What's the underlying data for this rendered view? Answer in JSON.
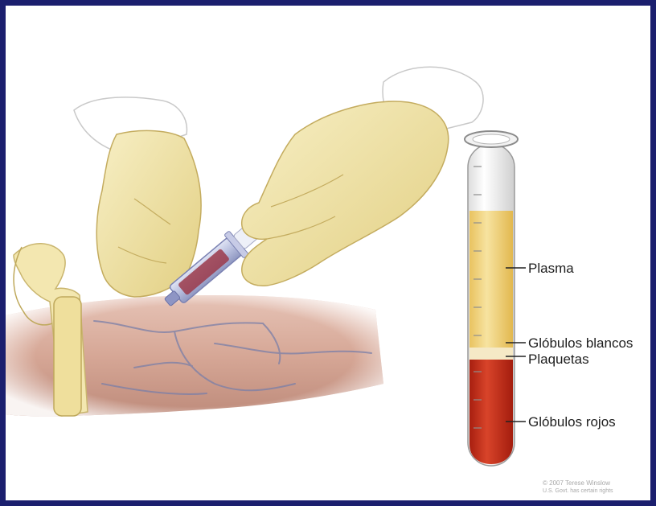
{
  "labels": {
    "plasma": "Plasma",
    "white_cells": "Glóbulos blancos",
    "platelets": "Plaquetas",
    "red_cells": "Glóbulos rojos"
  },
  "credit": {
    "line1": "© 2007 Terese Winslow",
    "line2": "U.S. Govt. has certain rights"
  },
  "colors": {
    "frame": "#1b1f6e",
    "plasma": "#f3d77a",
    "red_cells": "#c42d1a",
    "glove": "#f1e4a2",
    "skin": "#d7a898"
  }
}
